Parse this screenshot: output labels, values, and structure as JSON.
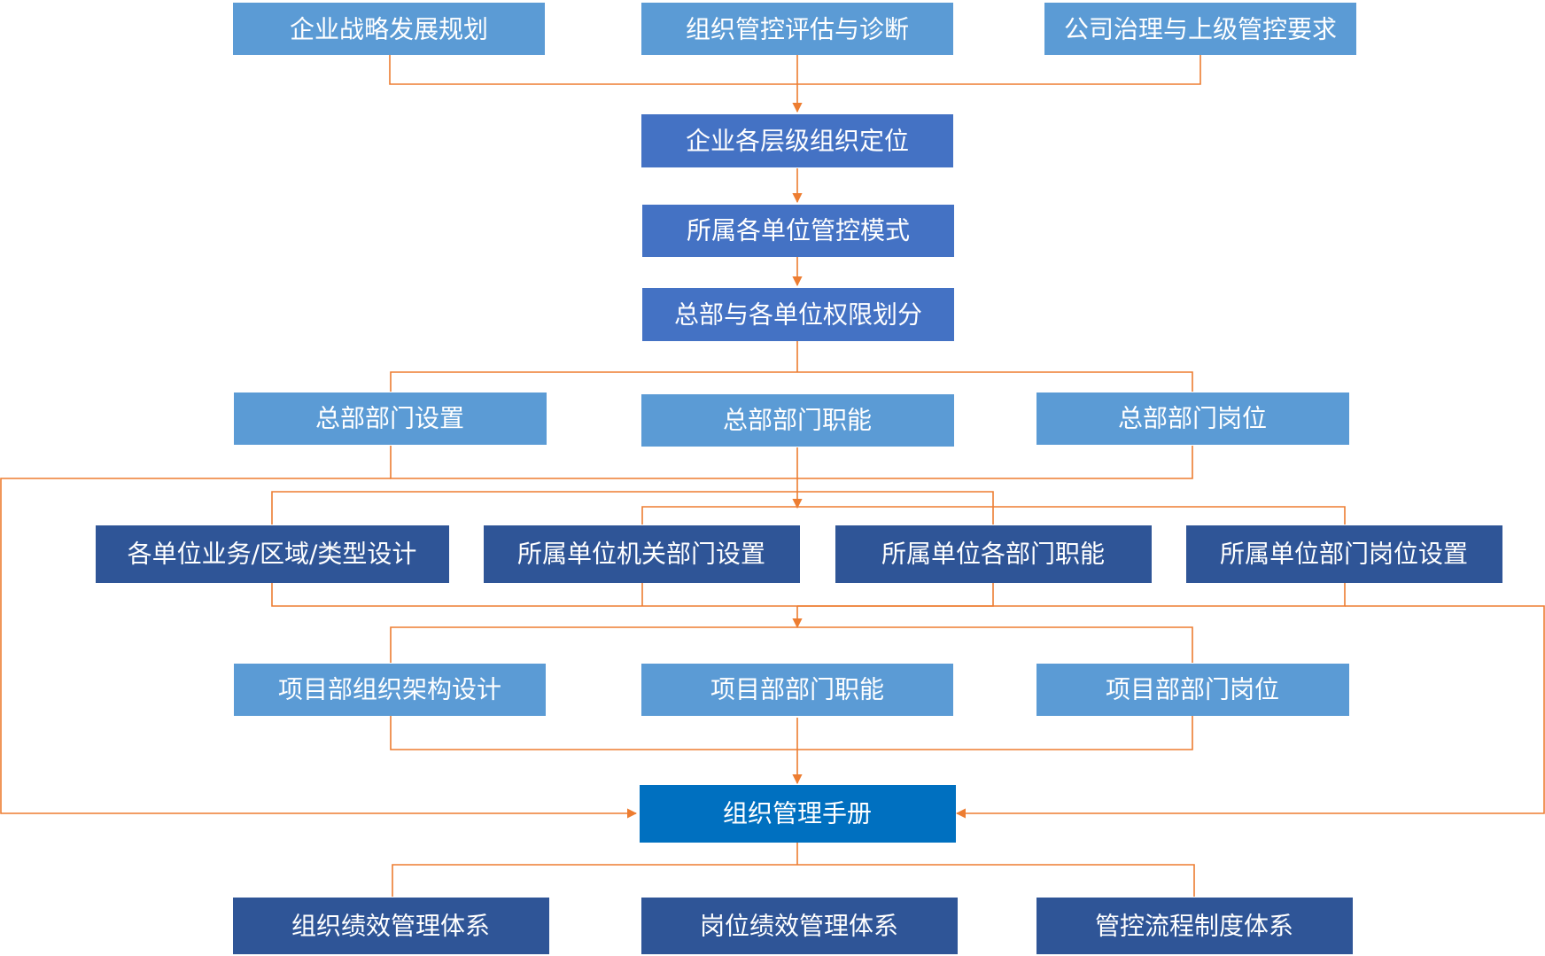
{
  "colors": {
    "light_blue": "#5B9BD5",
    "mid_blue": "#4472C4",
    "dark_blue": "#2F5597",
    "manual_blue": "#0070C0",
    "connector_orange": "#ED7D31"
  },
  "nodes": {
    "top_strategy": "企业战略发展规划",
    "top_assessment": "组织管控评估与诊断",
    "top_governance": "公司治理与上级管控要求",
    "positioning": "企业各层级组织定位",
    "control_mode": "所属各单位管控模式",
    "authority_split": "总部与各单位权限划分",
    "hq_dept_setup": "总部部门设置",
    "hq_dept_function": "总部部门职能",
    "hq_dept_post": "总部部门岗位",
    "unit_type_design": "各单位业务/区域/类型设计",
    "unit_org_dept_setup": "所属单位机关部门设置",
    "unit_dept_function": "所属单位各部门职能",
    "unit_dept_post_setup": "所属单位部门岗位设置",
    "project_org_design": "项目部组织架构设计",
    "project_dept_function": "项目部部门职能",
    "project_dept_post": "项目部部门岗位",
    "org_manual": "组织管理手册",
    "org_performance": "组织绩效管理体系",
    "post_performance": "岗位绩效管理体系",
    "control_process": "管控流程制度体系"
  }
}
